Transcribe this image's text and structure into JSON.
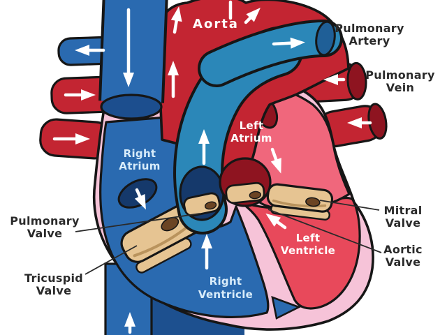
{
  "figure": {
    "name": "Human heart anatomy and blood flow diagram"
  },
  "colors": {
    "artery_red": "#c32532",
    "opening_maroon": "#8e1420",
    "vein_blue": "#2a6ab0",
    "vein_blue_dark": "#1d508f",
    "cap_navy": "#1c4e8e",
    "opening_navy": "#15396b",
    "pulmonary_teal": "#2b87b8",
    "pulmonary_teal_dark": "#1f5f97",
    "wall_pink": "#f6c3d8",
    "atrium_rose": "#f0677c",
    "ventricle_red": "#e8495b",
    "valve_tan": "#e6c492",
    "valve_spot_brown": "#6b4423",
    "outline_black": "#161616",
    "label_dark": "#2a2a2a",
    "label_white": "#ffffff",
    "label_pale_blue": "#d8ecfa",
    "arrow_white": "#ffffff"
  },
  "labels": {
    "aorta": "Aorta",
    "pulmonary_artery": [
      "Pulmonary",
      "Artery"
    ],
    "pulmonary_vein": [
      "Pulmonary",
      "Vein"
    ],
    "right_atrium": [
      "Right",
      "Atrium"
    ],
    "left_atrium": [
      "Left",
      "Atrium"
    ],
    "mitral_valve": [
      "Mitral",
      "Valve"
    ],
    "aortic_valve": [
      "Aortic",
      "Valve"
    ],
    "left_ventricle": [
      "Left",
      "Ventricle"
    ],
    "right_ventricle": [
      "Right",
      "Ventricle"
    ],
    "pulmonary_valve": [
      "Pulmonary",
      "Valve"
    ],
    "tricuspid_valve": [
      "Tricuspid",
      "Valve"
    ]
  },
  "icons": {
    "flow_arrow": "white blood-flow arrow"
  }
}
